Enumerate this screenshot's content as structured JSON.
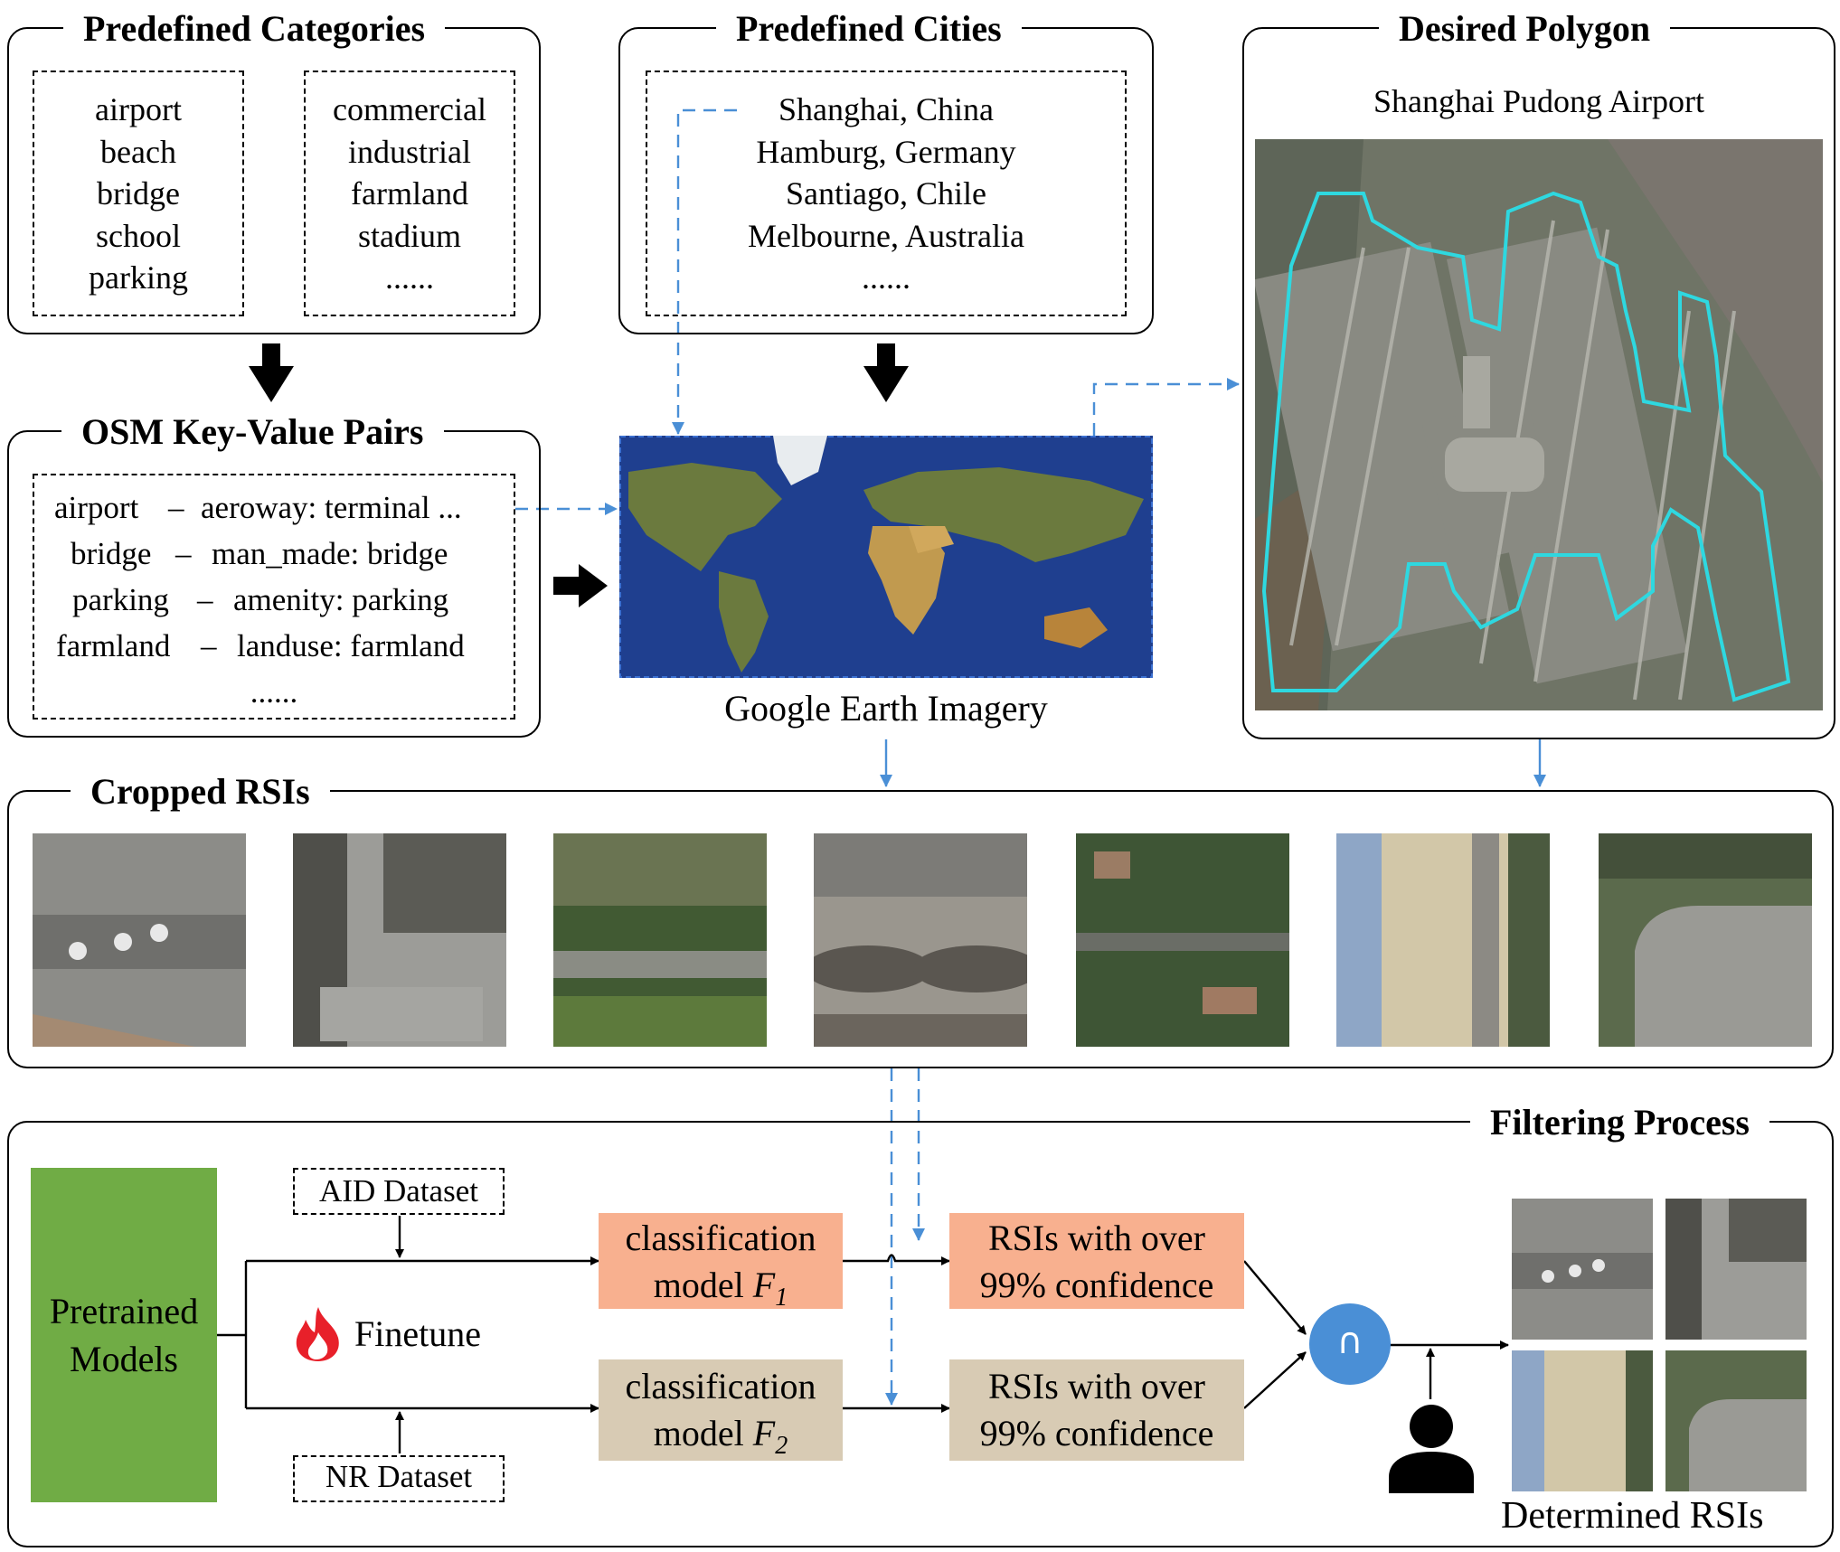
{
  "panels": {
    "categories": {
      "title": "Predefined Categories",
      "col1": [
        "airport",
        "beach",
        "bridge",
        "school",
        "parking"
      ],
      "col2": [
        "commercial",
        "industrial",
        "farmland",
        "stadium",
        "......"
      ]
    },
    "cities": {
      "title": "Predefined Cities",
      "items": [
        "Shanghai, China",
        "Hamburg, Germany",
        "Santiago, Chile",
        "Melbourne, Australia",
        "......"
      ]
    },
    "polygon": {
      "title": "Desired Polygon",
      "subtitle": "Shanghai Pudong Airport"
    },
    "osm": {
      "title": "OSM Key-Value Pairs",
      "pairs": [
        {
          "key": "airport",
          "sep": "–",
          "value": "aeroway: terminal ..."
        },
        {
          "key": "bridge",
          "sep": "–",
          "value": "man_made: bridge"
        },
        {
          "key": "parking",
          "sep": "–",
          "value": "amenity: parking"
        },
        {
          "key": "farmland",
          "sep": "–",
          "value": "landuse: farmland"
        }
      ],
      "ellipsis": "......"
    },
    "earth": {
      "caption": "Google Earth Imagery"
    },
    "cropped": {
      "title": "Cropped RSIs"
    },
    "filtering": {
      "title": "Filtering Process",
      "pretrained": [
        "Pretrained",
        "Models"
      ],
      "finetune": "Finetune",
      "aid": "AID Dataset",
      "nr": "NR Dataset",
      "model1": {
        "line1": "classification",
        "line2": "model ",
        "sym": "F",
        "sub": "1"
      },
      "model2": {
        "line1": "classification",
        "line2": "model ",
        "sym": "F",
        "sub": "2"
      },
      "rsi1": [
        "RSIs with over",
        "99% confidence"
      ],
      "rsi2": [
        "RSIs with over",
        "99% confidence"
      ],
      "intersect": "∩",
      "determined": "Determined RSIs"
    }
  },
  "colors": {
    "pretrained": "#70ac45",
    "model1": "#f8b08f",
    "model2": "#d8cbb4",
    "intersect": "#4a8fd6",
    "dashed_arrow": "#4a8fd6",
    "polygon_outline": "#2ed8e0"
  },
  "icons": [
    "flame-icon",
    "person-icon"
  ]
}
